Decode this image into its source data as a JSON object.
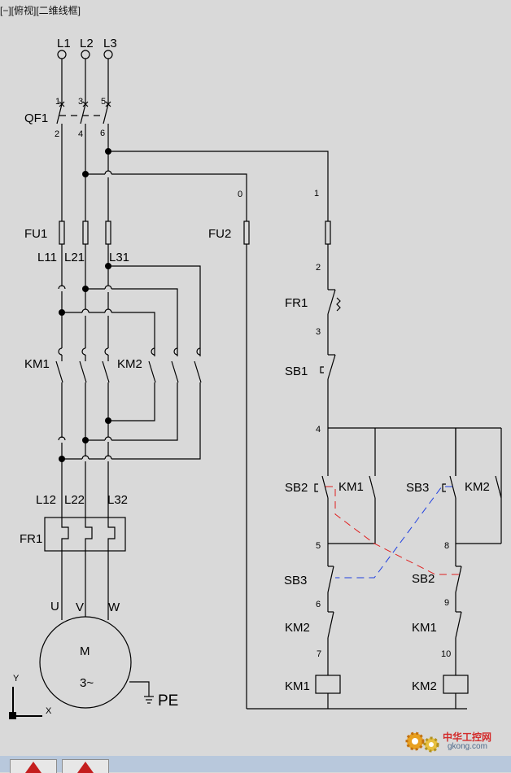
{
  "viewport_label": "[−][俯视][二维线框]",
  "colors": {
    "background": "#d9d9d9",
    "wire": "#000000",
    "interlock_sb2": "#e02020",
    "interlock_sb3": "#2040e0",
    "taskbar": "#b8c8dc"
  },
  "power_circuit": {
    "phases": [
      "L1",
      "L2",
      "L3"
    ],
    "breaker": {
      "label": "QF1",
      "terminals_top": [
        "1",
        "3",
        "5"
      ],
      "terminals_bottom": [
        "2",
        "4",
        "6"
      ]
    },
    "fuse": {
      "label": "FU1",
      "outputs": [
        "L11",
        "L21",
        "L31"
      ]
    },
    "contactor_forward": "KM1",
    "contactor_reverse": "KM2",
    "outputs": [
      "L12",
      "L22",
      "L32"
    ],
    "overload": "FR1",
    "motor": {
      "terminals": [
        "U",
        "V",
        "W"
      ],
      "name": "M",
      "type": "3~",
      "ground": "PE"
    }
  },
  "control_circuit": {
    "fuse": "FU2",
    "wire_numbers": [
      "0",
      "1",
      "2",
      "3",
      "4",
      "5",
      "6",
      "7",
      "8",
      "9",
      "10"
    ],
    "overload_contact": "FR1",
    "stop_button": "SB1",
    "forward_start": "SB2",
    "reverse_start": "SB3",
    "forward_hold": "KM1",
    "reverse_hold": "KM2",
    "interlock_button_left": "SB3",
    "interlock_button_right": "SB2",
    "interlock_contact_left": "KM2",
    "interlock_contact_right": "KM1",
    "coil_left": "KM1",
    "coil_right": "KM2"
  },
  "ucs": {
    "x": "X",
    "y": "Y"
  },
  "watermark": {
    "text": "中华工控网",
    "url": "gkong.com"
  }
}
